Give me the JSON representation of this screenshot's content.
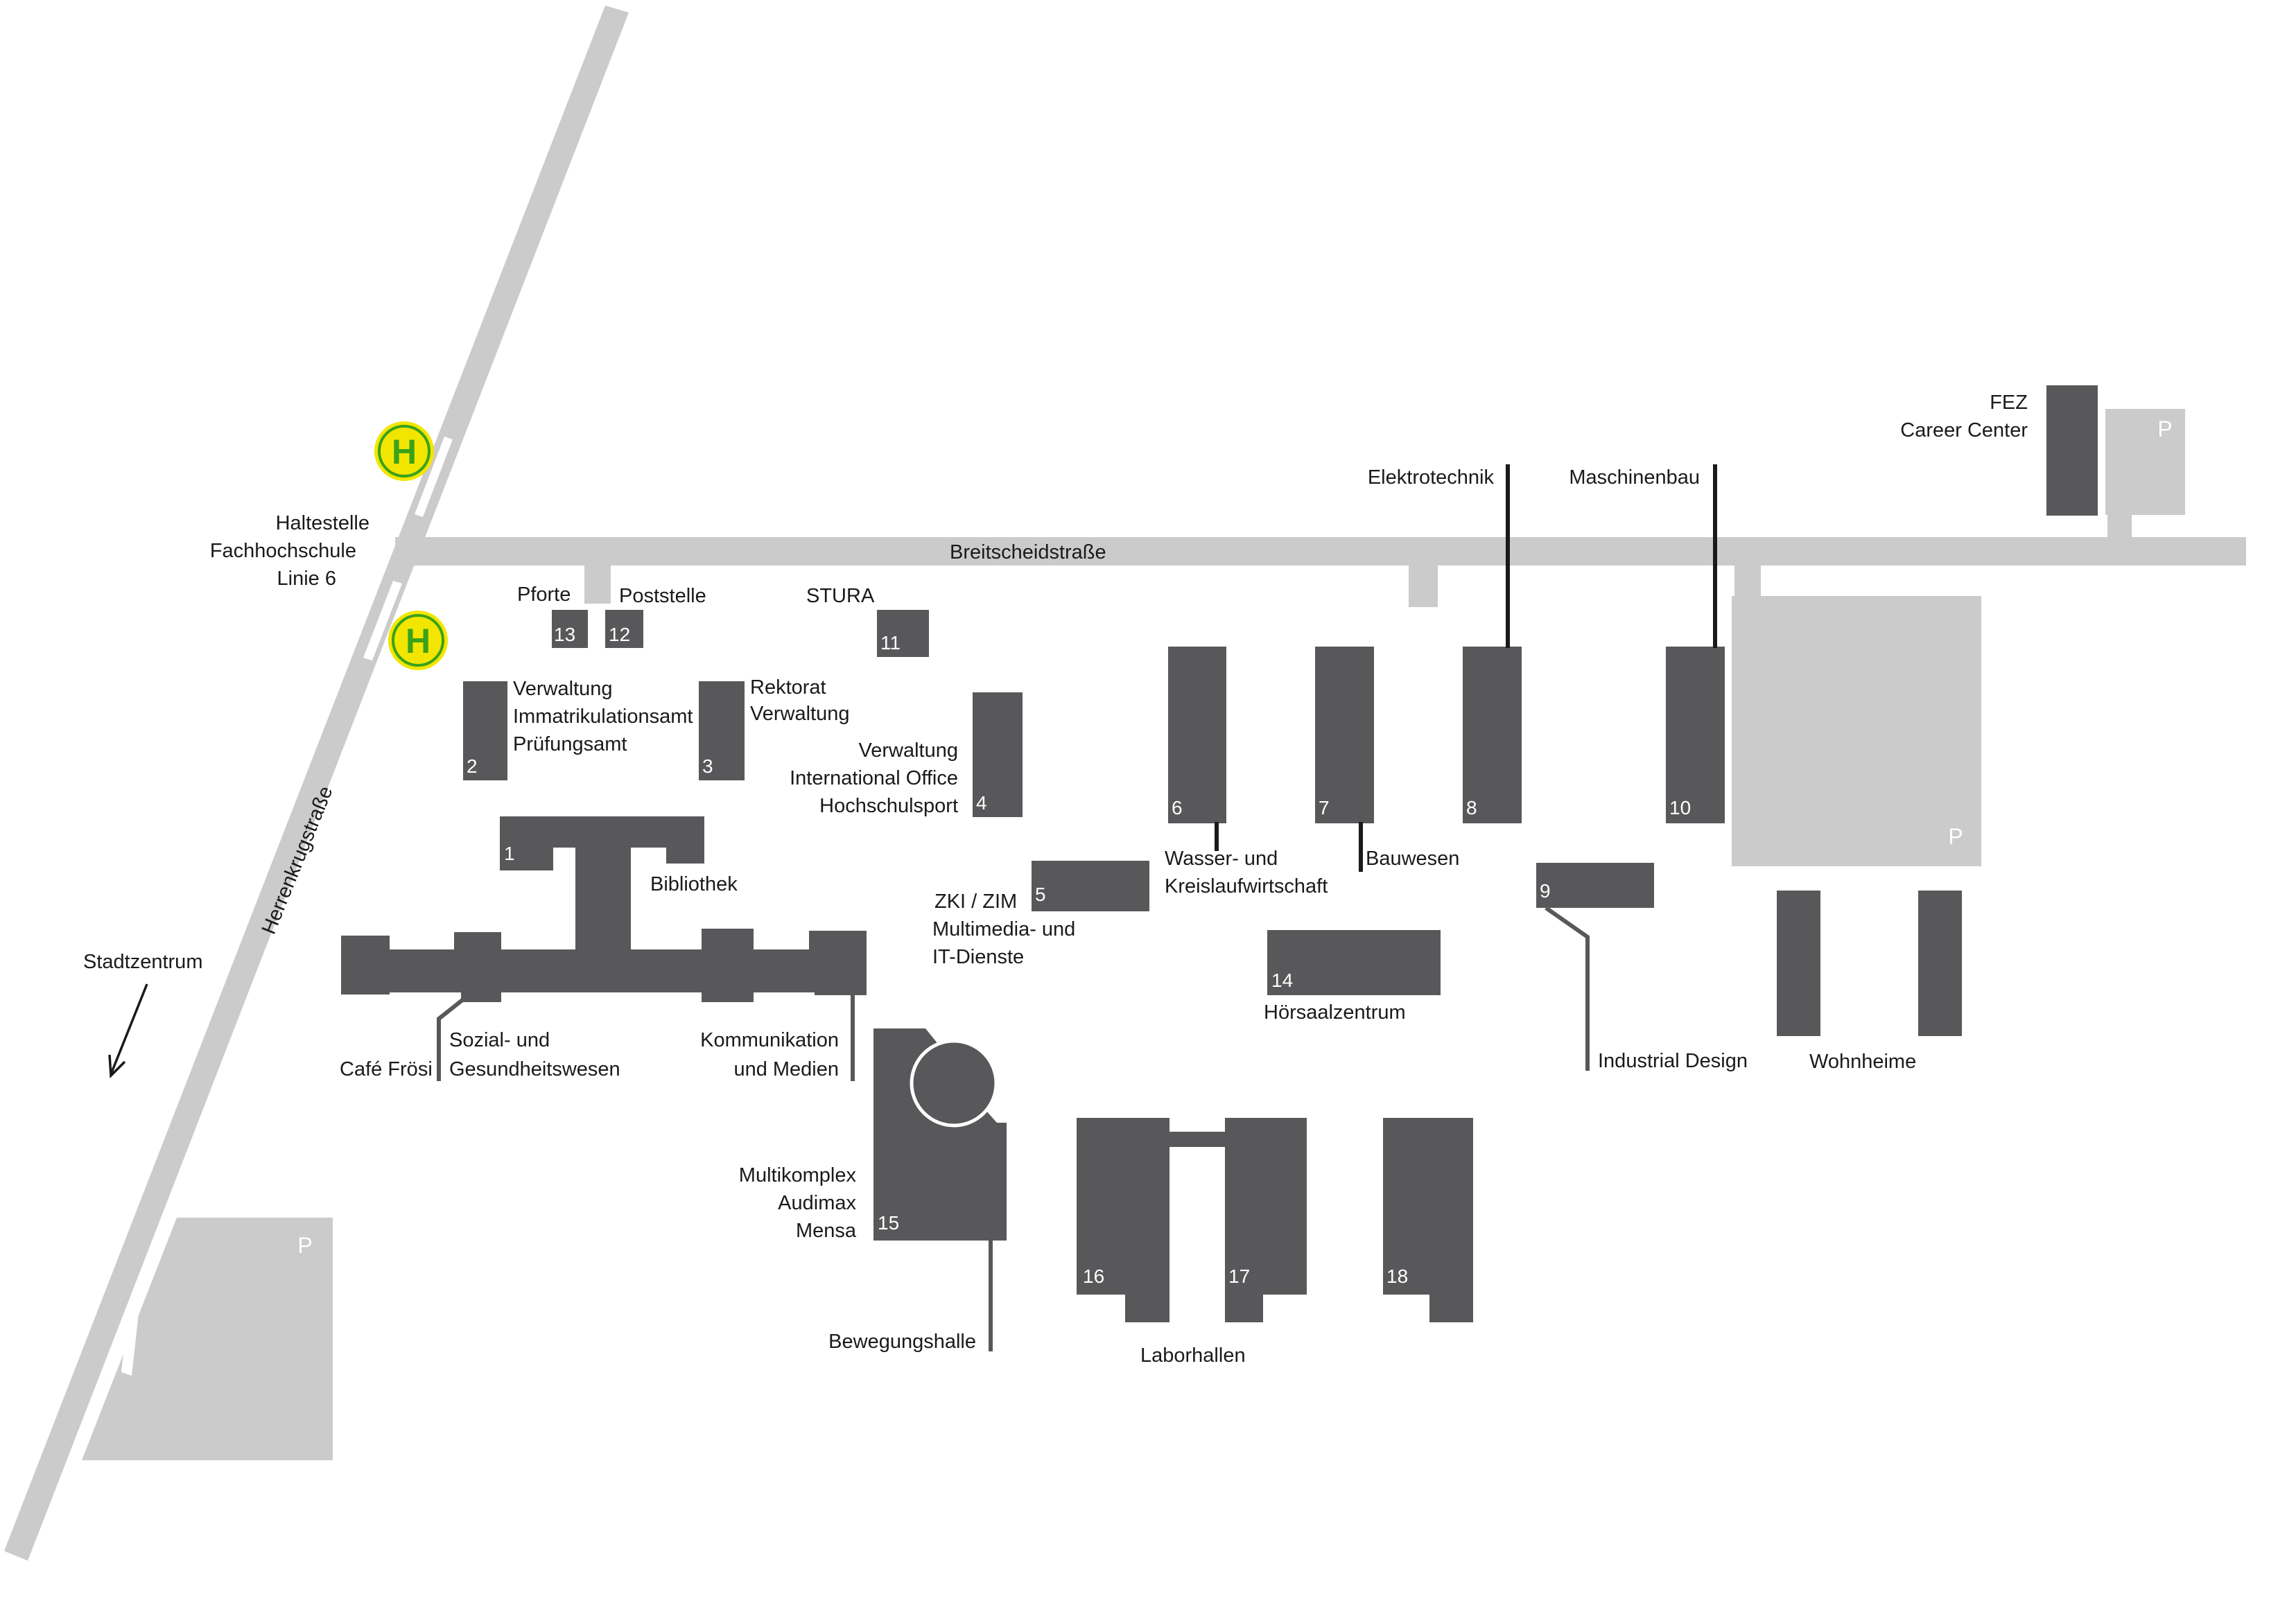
{
  "colors": {
    "building": "#58585a",
    "road": "#cbcbcb",
    "stop_ring": "#f2e600",
    "stop_letter": "#3aa21b",
    "leader": "#1a1a1a"
  },
  "streets": {
    "main": "Breitscheidstraße",
    "diagonal": "Herrenkrugstraße"
  },
  "bus_stop": {
    "symbol": "H",
    "line1": "Haltestelle",
    "line2": "Fachhochschule",
    "line3": "Linie 6"
  },
  "direction": {
    "label": "Stadtzentrum",
    "icon": "arrow-down-left-icon"
  },
  "parking_symbol": "P",
  "buildings": {
    "b1": "1",
    "b2": "2",
    "b3": "3",
    "b4": "4",
    "b5": "5",
    "b6": "6",
    "b7": "7",
    "b8": "8",
    "b9": "9",
    "b10": "10",
    "b11": "11",
    "b12": "12",
    "b13": "13",
    "b14": "14",
    "b15": "15",
    "b16": "16",
    "b17": "17",
    "b18": "18"
  },
  "labels": {
    "pforte": "Pforte",
    "poststelle": "Poststelle",
    "stura": "STURA",
    "b2_l1": "Verwaltung",
    "b2_l2": "Immatrikulationsamt",
    "b2_l3": "Prüfungsamt",
    "b3_l1": "Rektorat",
    "b3_l2": "Verwaltung",
    "b4_l1": "Verwaltung",
    "b4_l2": "International Office",
    "b4_l3": "Hochschulsport",
    "bibliothek": "Bibliothek",
    "zki_l1": "ZKI / ZIM",
    "zki_l2": "Multimedia- und",
    "zki_l3": "IT-Dienste",
    "wasser_l1": "Wasser- und",
    "wasser_l2": "Kreislaufwirtschaft",
    "bauwesen": "Bauwesen",
    "elektrotechnik": "Elektrotechnik",
    "maschinenbau": "Maschinenbau",
    "fez_l1": "FEZ",
    "fez_l2": "Career Center",
    "hoersaal": "Hörsaalzentrum",
    "industrial": "Industrial Design",
    "wohnheime": "Wohnheime",
    "cafe": "Café Frösi",
    "sozial_l1": "Sozial- und",
    "sozial_l2": "Gesundheitswesen",
    "komm_l1": "Kommunikation",
    "komm_l2": "und Medien",
    "multi_l1": "Multikomplex",
    "multi_l2": "Audimax",
    "multi_l3": "Mensa",
    "bewegung": "Bewegungshalle",
    "laborhallen": "Laborhallen"
  }
}
